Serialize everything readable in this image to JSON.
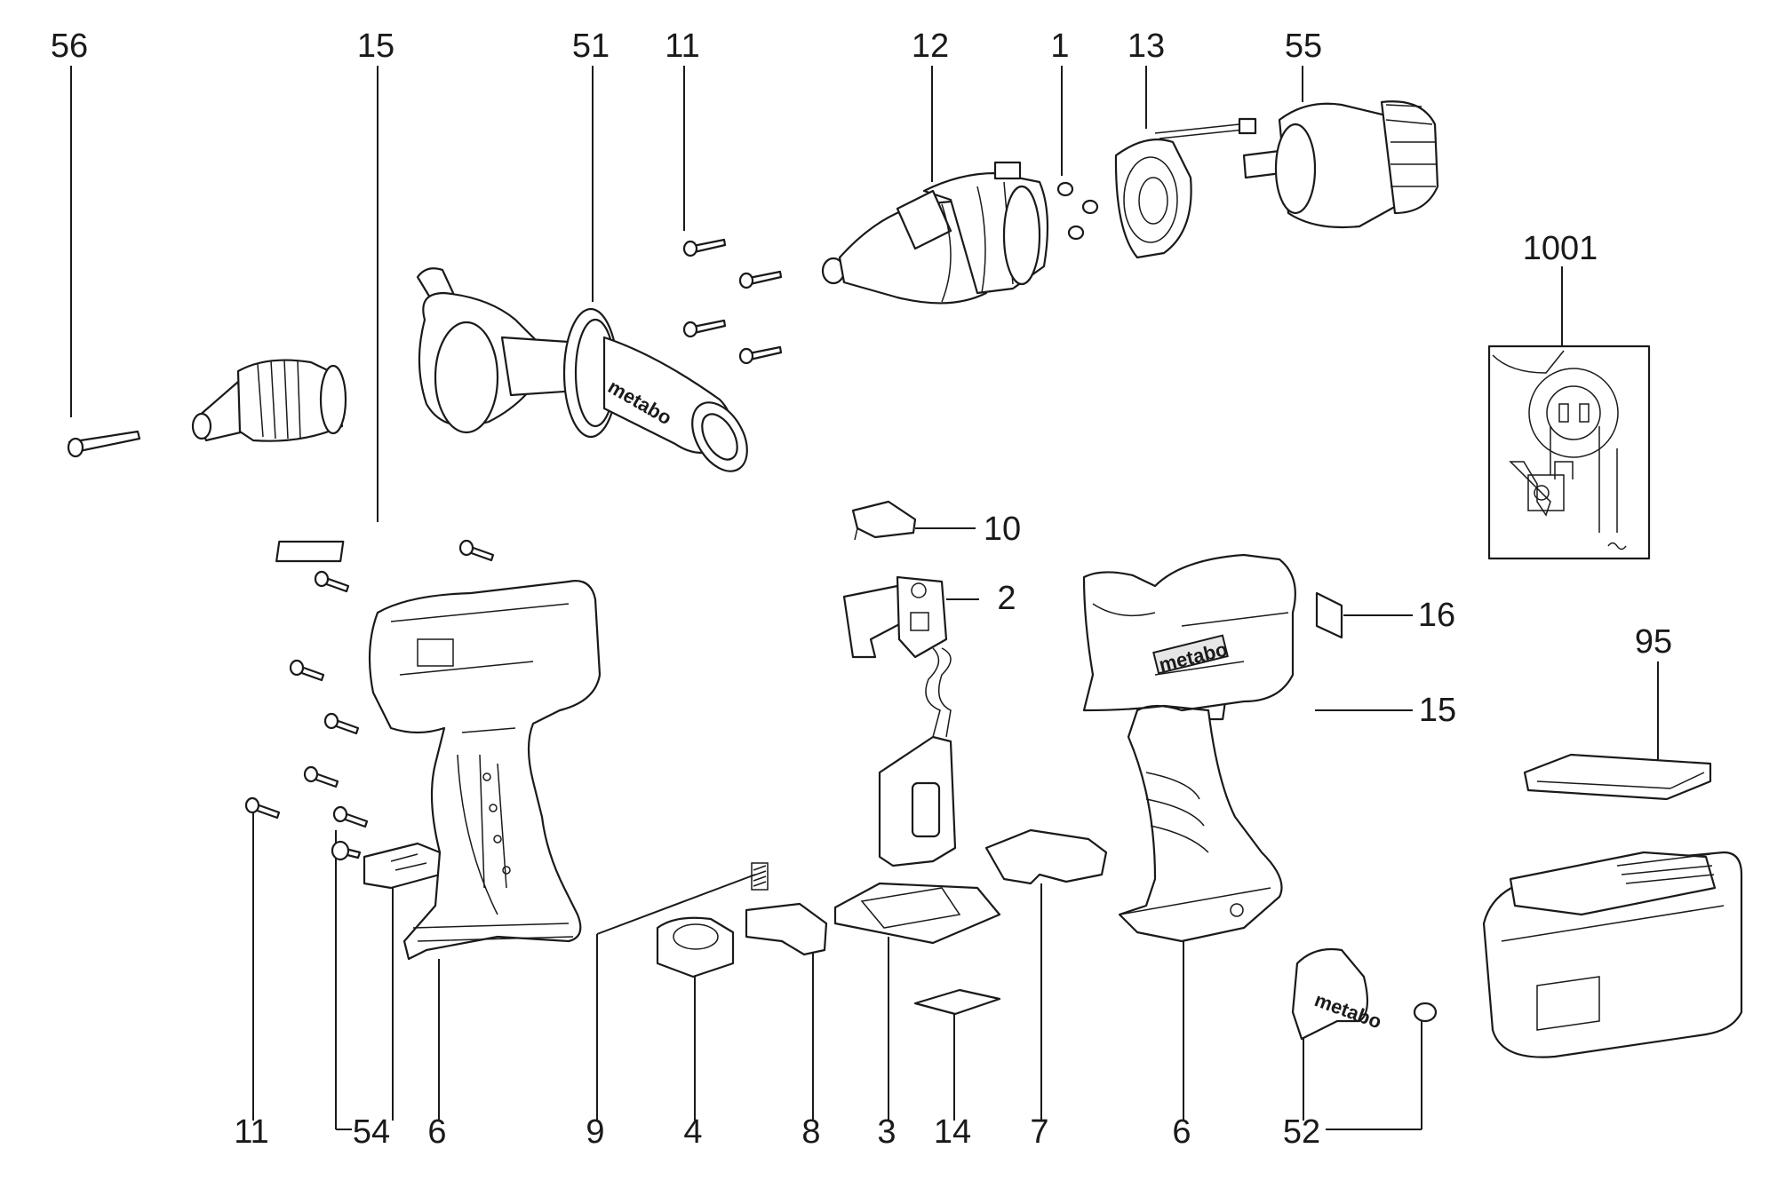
{
  "labels": {
    "l56": "56",
    "l15a": "15",
    "l51": "51",
    "l11a": "11",
    "l12": "12",
    "l1": "1",
    "l13": "13",
    "l55": "55",
    "l1001": "1001",
    "l10": "10",
    "l2": "2",
    "l16": "16",
    "l95": "95",
    "l15b": "15",
    "l11b": "11",
    "l54": "54",
    "l6a": "6",
    "l9": "9",
    "l4": "4",
    "l8": "8",
    "l3": "3",
    "l14": "14",
    "l7": "7",
    "l6b": "6",
    "l52": "52"
  },
  "brand": {
    "text": "metabo"
  },
  "colors": {
    "line": "#1a1a1a",
    "background": "#ffffff",
    "shade": "#e6e6e6"
  }
}
